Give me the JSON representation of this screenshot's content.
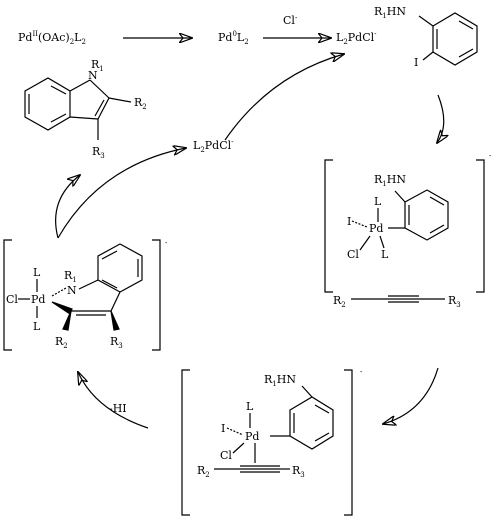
{
  "top": {
    "pd2": "Pd",
    "pd2_ox": "II",
    "pd2_rest": "(OAc)",
    "pd2_sub": "2",
    "pd2_L": "L",
    "pd2_L_sub": "2",
    "pd0": "Pd",
    "pd0_ox": "0",
    "pd0_L": "L",
    "pd0_L_sub": "2",
    "cl_reagent": "Cl",
    "cl_charge": "-",
    "l2pdcl_L": "L",
    "l2pdcl_sub": "2",
    "l2pdcl_rest": "PdCl",
    "l2pdcl_charge": "-"
  },
  "substrate": {
    "amine": "R",
    "amine_sub": "1",
    "amine_rest": "HN",
    "iodo": "I"
  },
  "indole": {
    "n": "N",
    "r1": "R",
    "r1_sub": "1",
    "r2": "R",
    "r2_sub": "2",
    "r3": "R",
    "r3_sub": "3"
  },
  "recycle": {
    "L": "L",
    "sub": "2",
    "rest": "PdCl",
    "charge": "-"
  },
  "int1": {
    "amine": "R",
    "amine_sub": "1",
    "amine_rest": "HN",
    "L_top": "L",
    "I": "I",
    "Pd": "Pd",
    "Cl": "Cl",
    "L_bot": "L",
    "charge": "-",
    "alkyne_r2": "R",
    "alkyne_r2_sub": "2",
    "alkyne_r3": "R",
    "alkyne_r3_sub": "3"
  },
  "int2": {
    "amine": "R",
    "amine_sub": "1",
    "amine_rest": "HN",
    "L": "L",
    "I": "I",
    "Pd": "Pd",
    "Cl": "Cl",
    "r2": "R",
    "r2_sub": "2",
    "r3": "R",
    "r3_sub": "3",
    "charge": "-"
  },
  "int3": {
    "L_top": "L",
    "Cl": "Cl",
    "Pd": "Pd",
    "L_bot": "L",
    "n": "N",
    "r1": "R",
    "r1_sub": "1",
    "r2": "R",
    "r2_sub": "2",
    "r3": "R",
    "r3_sub": "3",
    "charge": "-"
  },
  "arrows": {
    "minus_hi": "-HI"
  }
}
